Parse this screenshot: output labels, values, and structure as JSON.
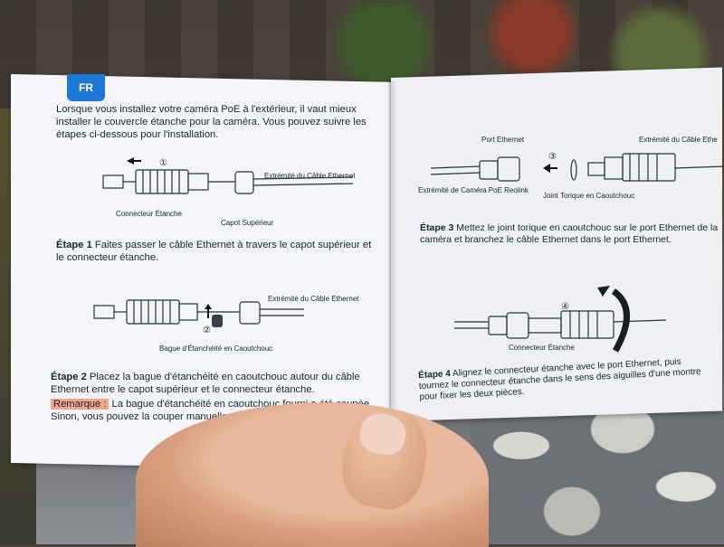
{
  "language_tab": "FR",
  "left_page": {
    "intro": "Lorsque vous installez votre caméra PoE à l'extérieur, il vaut mieux installer le couvercle étanche pour la caméra. Vous pouvez suivre les étapes ci-dessous pour l'installation.",
    "diagram1": {
      "step_marker": "①",
      "label_cable_end": "Extrémité du Câble Ethernet",
      "label_connector": "Connecteur Étanche",
      "label_cap": "Capot Supérieur"
    },
    "step1": {
      "title": "Étape 1",
      "text": " Faites passer le câble Ethernet à travers le capot supérieur et le connecteur étanche."
    },
    "diagram2": {
      "step_marker": "②",
      "label_cable_end": "Extrémité du Câble Ethernet",
      "label_ring": "Bague d'Étanchéité en Caoutchouc"
    },
    "step2": {
      "title": "Étape 2",
      "text": " Placez la bague d'étanchéité en caoutchouc autour du câble Ethernet entre le capot supérieur et le connecteur étanche."
    },
    "remark": {
      "label": "Remarque :",
      "text": " La bague d'étanchéité en caoutchouc fourni a été coupée. Sinon, vous pouvez la couper manuellement."
    }
  },
  "right_page": {
    "diagram3": {
      "step_marker": "③",
      "label_port": "Port Ethernet",
      "label_cable_end": "Extrémité du Câble Ethe",
      "label_camera_end": "Extrémité de Caméra PoE Reolink",
      "label_oring": "Joint Torique en Caoutchouc"
    },
    "step3": {
      "title": "Étape 3",
      "text": " Mettez le joint torique en caoutchouc sur le port Ethernet de la caméra et branchez le câble Ethernet dans le port Ethernet."
    },
    "diagram4": {
      "step_marker": "④",
      "label_connector": "Connecteur Étanche"
    },
    "step4": {
      "title": "Étape 4",
      "text": " Alignez le connecteur étanche avec le port Ethernet, puis tournez le connecteur étanche dans le sens des aiguilles d'une montre pour fixer les deux pièces."
    }
  },
  "colors": {
    "tab_blue": "#1e78d8",
    "remark_highlight": "#f1a58d",
    "page": "#f4f5f8",
    "ink": "#1c2230"
  }
}
